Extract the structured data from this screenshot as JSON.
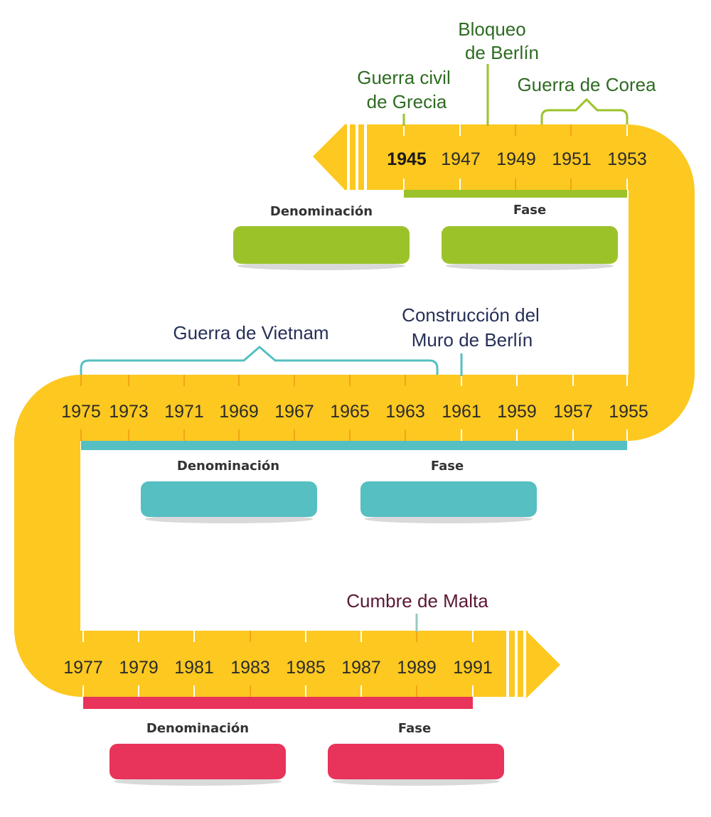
{
  "colors": {
    "band": "#FDC820",
    "tick": "#F2A515",
    "stripe": "#ffffff",
    "green": "#9CC22A",
    "teal": "#55BFC2",
    "red": "#E8335A",
    "text_green": "#2E6B22",
    "text_navy": "#263058",
    "text_maroon": "#5B1734",
    "stem_malta": "#9AC8C0"
  },
  "rows": [
    {
      "color": "green",
      "years": [
        "1945",
        "1947",
        "1949",
        "1951",
        "1953"
      ],
      "events": [
        {
          "lines": [
            "Guerra civil",
            "de Grecia"
          ],
          "kind": "stem"
        },
        {
          "lines": [
            "Bloqueo",
            "de Berlín"
          ],
          "kind": "stem"
        },
        {
          "lines": [
            "Guerra de Corea"
          ],
          "kind": "bracket"
        }
      ],
      "labels": [
        "Denominación",
        "Fase"
      ]
    },
    {
      "color": "teal",
      "years": [
        "1975",
        "1973",
        "1971",
        "1969",
        "1967",
        "1965",
        "1963",
        "1961",
        "1959",
        "1957",
        "1955"
      ],
      "events": [
        {
          "lines": [
            "Guerra de Vietnam"
          ],
          "kind": "bracket"
        },
        {
          "lines": [
            "Construcción del",
            "Muro de Berlín"
          ],
          "kind": "stem"
        }
      ],
      "labels": [
        "Denominación",
        "Fase"
      ]
    },
    {
      "color": "red",
      "years": [
        "1977",
        "1979",
        "1981",
        "1983",
        "1985",
        "1987",
        "1989",
        "1991"
      ],
      "events": [
        {
          "lines": [
            "Cumbre de Malta"
          ],
          "kind": "stem"
        }
      ],
      "labels": [
        "Denominación",
        "Fase"
      ]
    }
  ]
}
